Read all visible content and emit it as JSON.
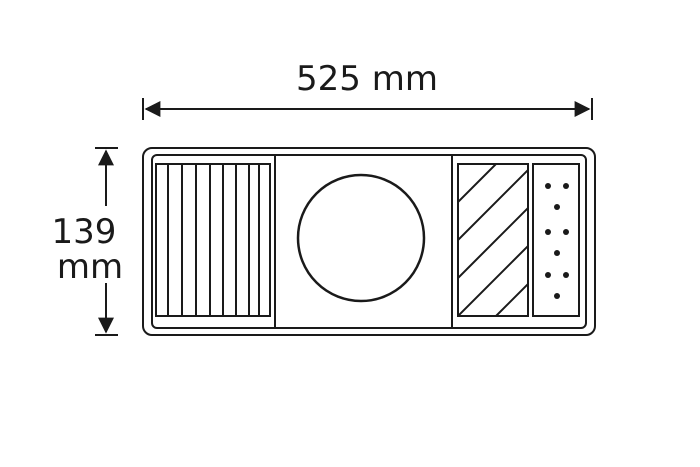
{
  "dimensions": {
    "width_label": "525 mm",
    "height_value": "139",
    "height_unit": "mm"
  },
  "colors": {
    "stroke": "#1a1a1a",
    "background": "#ffffff"
  }
}
